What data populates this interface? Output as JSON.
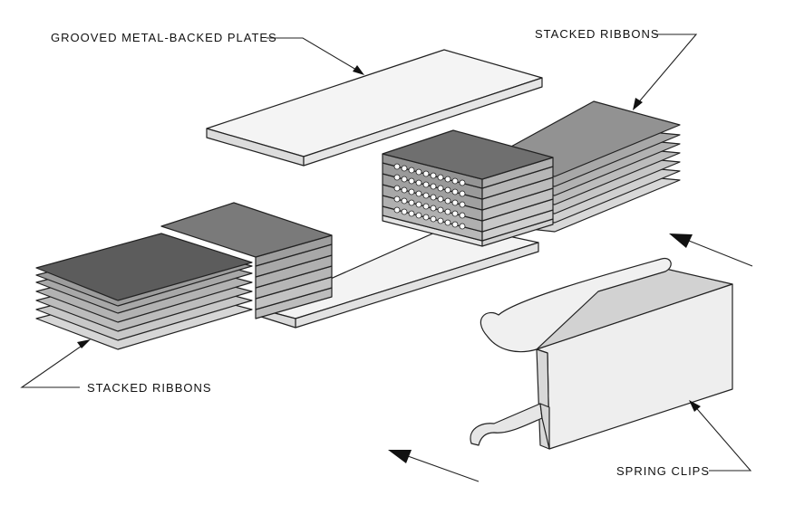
{
  "labels": {
    "grooved_plates": "GROOVED METAL-BACKED PLATES",
    "stacked_ribbons_top": "STACKED RIBBONS",
    "stacked_ribbons_bottom": "STACKED RIBBONS",
    "spring_clips": "SPRING CLIPS"
  },
  "colors": {
    "plate_light": "#f2f2f2",
    "ribbon_light": "#c8c8c8",
    "ribbon_mid": "#a6a6a6",
    "ribbon_dark": "#6e6e6e",
    "clip_face": "#ececec",
    "clip_inner": "#cfcfcf"
  }
}
